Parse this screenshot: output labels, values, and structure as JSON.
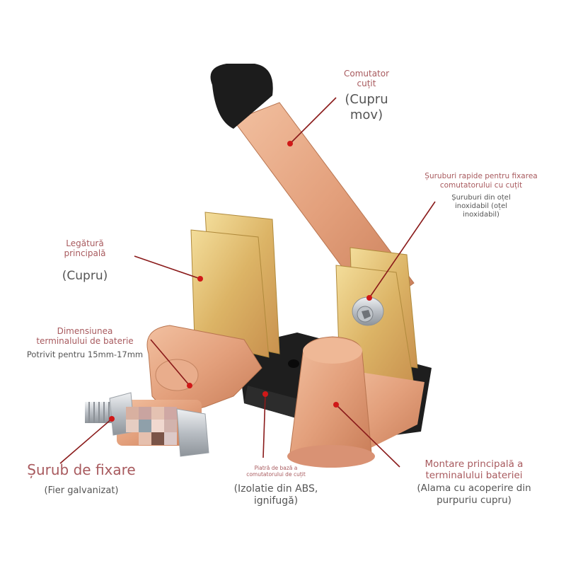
{
  "colors": {
    "label_title": "#a85a5e",
    "label_sub": "#555555",
    "copper": "#e3a07c",
    "brass": "#d9b865",
    "rubber": "#1e1e1e",
    "leader_line": "#8a1a1a",
    "leader_dot": "#d01818"
  },
  "labels": {
    "knife_switch": {
      "title": [
        "Comutator",
        "cuțit"
      ],
      "sub": [
        "(Cupru",
        "mov)"
      ]
    },
    "quick_screws": {
      "title": [
        "Șuruburi rapide pentru fixarea",
        "comutatorului cu cuțit"
      ],
      "sub": [
        "Șuruburi din oțel",
        "inoxidabil (oțel",
        "inoxidabil)"
      ]
    },
    "main_connection": {
      "title": [
        "Legătură",
        "principală"
      ],
      "sub": [
        "(Cupru)"
      ]
    },
    "terminal_size": {
      "title": [
        "Dimensiunea",
        "terminalului de baterie"
      ],
      "sub": [
        "Potrivit pentru 15mm-17mm"
      ]
    },
    "fixing_screw": {
      "title": [
        "Șurub de fixare"
      ],
      "sub": [
        "(Fier galvanizat)"
      ]
    },
    "base_stone": {
      "title": [
        "Piatră de bază a",
        "comutatorului de cuțit"
      ],
      "sub": [
        "(Izolatie din ABS,",
        "ignifugă)"
      ]
    },
    "main_mount": {
      "title": [
        "Montare principală a",
        "terminalului bateriei"
      ],
      "sub": [
        "(Alama cu acoperire din",
        "purpuriu cupru)"
      ]
    }
  }
}
